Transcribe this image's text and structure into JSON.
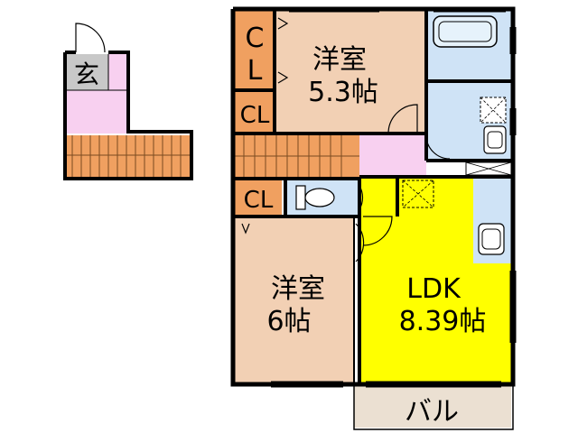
{
  "colors": {
    "wall": "#000000",
    "tatami_room": "#f2d0b4",
    "ldk": "#ffff00",
    "closet": "#f0a060",
    "stairs": "#f0a060",
    "hall": "#f8d0f0",
    "wet_area": "#cfe3f6",
    "entrance": "#c8c8c8",
    "balcony": "#ebe0d2"
  },
  "rooms": {
    "entrance": {
      "label": "玄"
    },
    "western_room_1": {
      "label": "洋室",
      "size": "5.3帖"
    },
    "western_room_2": {
      "label": "洋室",
      "size": "6帖"
    },
    "closet_top_c": "C",
    "closet_top_l": "L",
    "closet_2": "CL",
    "closet_3": "CL",
    "ldk": {
      "label": "LDK",
      "size": "8.39帖"
    },
    "balcony": {
      "label": "バル"
    }
  },
  "fixtures": [
    "bathtub-icon",
    "washbasin-icon",
    "washing-machine-icon",
    "toilet-icon",
    "kitchen-sink-icon",
    "stove-icon",
    "refrigerator-icon"
  ]
}
